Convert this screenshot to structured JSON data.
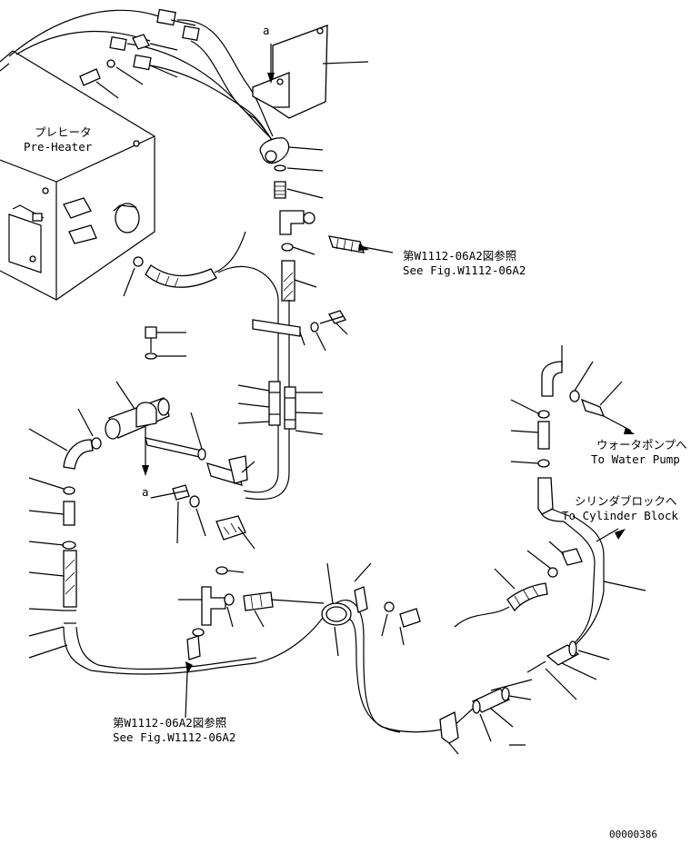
{
  "labels": {
    "preheater_jp": "プレヒータ",
    "preheater_en": "Pre-Heater",
    "view_a_top": "a",
    "view_a_bottom": "a",
    "ref_top_jp": "第W1112-06A2図参照",
    "ref_top_en": "See Fig.W1112-06A2",
    "ref_bottom_jp": "第W1112-06A2図参照",
    "ref_bottom_en": "See Fig.W1112-06A2",
    "water_pump_jp": "ウォータポンプへ",
    "water_pump_en": "To Water Pump",
    "cylinder_block_jp": "シリンダブロックへ",
    "cylinder_block_en": "To Cylinder Block",
    "drawing_number": "00000386"
  }
}
